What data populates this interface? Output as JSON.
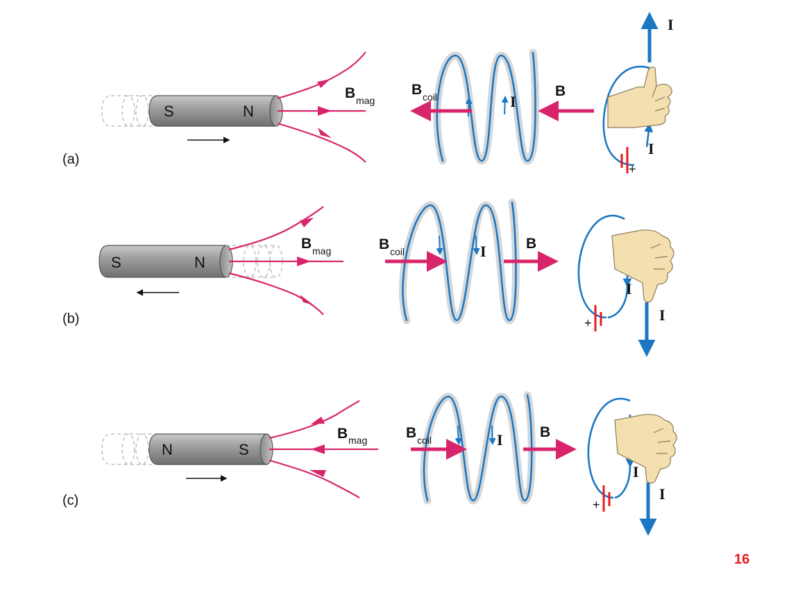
{
  "colors": {
    "field_line": "#d8246a",
    "current": "#1c77c3",
    "magnet_body": "#909090",
    "battery": "#e8191c",
    "hand": "#f3dfb0",
    "page_number": "#e8191c"
  },
  "page_number": "16",
  "panels": [
    {
      "label": "(a)",
      "magnet": {
        "left_pole": "S",
        "right_pole": "N",
        "motion": "right"
      },
      "b_mag": {
        "symbol": "B",
        "subscript": "mag"
      },
      "b_coil": {
        "symbol": "B",
        "subscript": "coil",
        "direction": "left"
      },
      "b_field": {
        "symbol": "B",
        "direction": "left"
      },
      "current_labels": [
        "I",
        "I",
        "I"
      ],
      "battery_sign": "+"
    },
    {
      "label": "(b)",
      "magnet": {
        "left_pole": "S",
        "right_pole": "N",
        "motion": "left"
      },
      "b_mag": {
        "symbol": "B",
        "subscript": "mag"
      },
      "b_coil": {
        "symbol": "B",
        "subscript": "coil",
        "direction": "right"
      },
      "b_field": {
        "symbol": "B",
        "direction": "right"
      },
      "current_labels": [
        "I",
        "I",
        "I"
      ],
      "battery_sign": "+"
    },
    {
      "label": "(c)",
      "magnet": {
        "left_pole": "N",
        "right_pole": "S",
        "motion": "right"
      },
      "b_mag": {
        "symbol": "B",
        "subscript": "mag"
      },
      "b_coil": {
        "symbol": "B",
        "subscript": "coil",
        "direction": "right"
      },
      "b_field": {
        "symbol": "B",
        "direction": "right"
      },
      "current_labels": [
        "I",
        "I",
        "I"
      ],
      "battery_sign": "+"
    }
  ]
}
